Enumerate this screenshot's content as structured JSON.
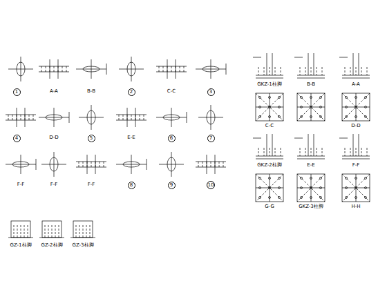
{
  "diagram": {
    "nodes": [
      {
        "text": [
          "1"
        ]
      },
      {
        "text": [
          "2"
        ]
      },
      {
        "text": [
          "3"
        ]
      },
      {
        "text": [
          "4"
        ]
      },
      {
        "text": [
          "5"
        ]
      },
      {
        "text": [
          "6"
        ]
      },
      {
        "text": [
          "7"
        ]
      },
      {
        "text": [
          "8"
        ]
      },
      {
        "text": [
          "9"
        ]
      },
      {
        "text": [
          "10"
        ]
      }
    ],
    "labels": [
      "A-A",
      "B-B",
      "C-C",
      "D-D",
      "E-E",
      "F-F",
      "F-F",
      "F-F",
      "GZ-1柱脚",
      "GZ-2柱脚",
      "GZ-3柱脚",
      "GKZ-1柱脚",
      "B-B",
      "A-A",
      "C-C",
      "D-D",
      "GKZ-2柱脚",
      "E-E",
      "F-F",
      "G-G",
      "GKZ-3柱脚",
      "H-H"
    ]
  }
}
